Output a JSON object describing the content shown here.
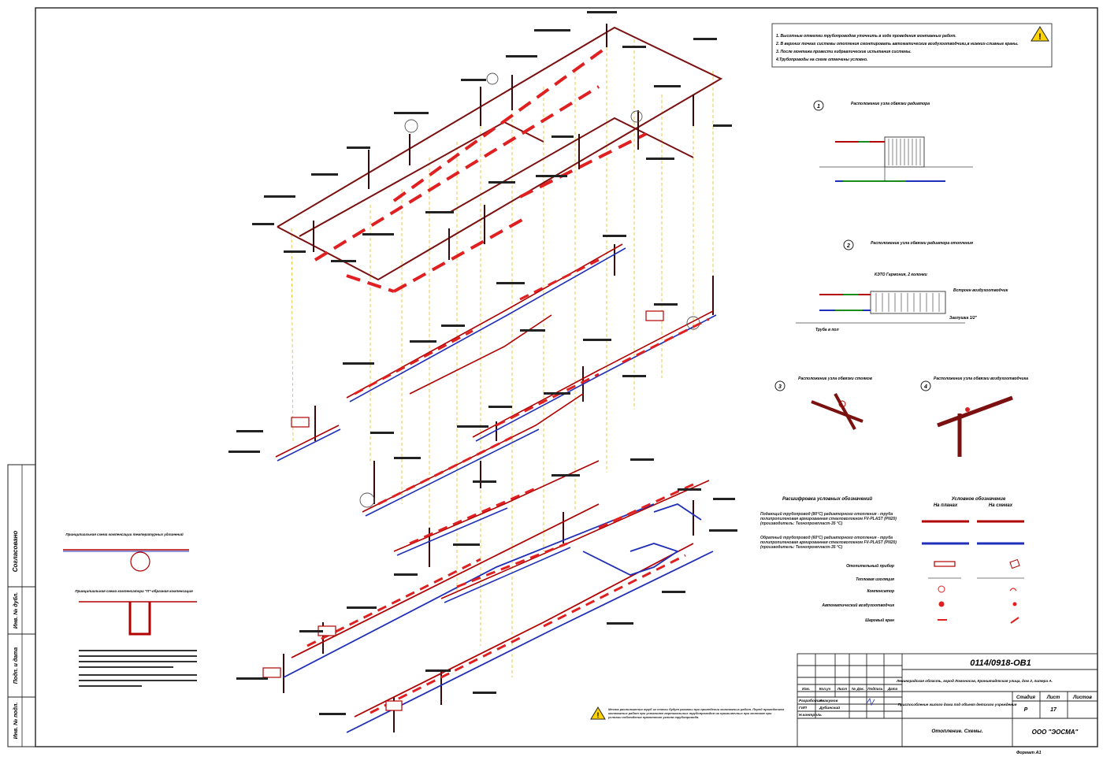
{
  "notes": [
    "1. Высотные отметки трубопроводов уточнить в ходе проведения  монтажных работ.",
    "2. В верхних точках системы отопления смонтировать автоматические воздухоотводчики,в нижних-сливные краны.",
    "3. После монтажа провести гидравлические испытания системы.",
    "4.Трубопроводы на схеме отмечены условно."
  ],
  "details": {
    "d1": {
      "num": "1",
      "title": "Расположение узла обвязки радиатора"
    },
    "d2": {
      "num": "2",
      "title": "Расположение узла обвязки радиатора отопления",
      "labels": [
        "КЭТО Гармония, 2 колонки",
        "Встроен воздухоотводчик",
        "Заглушка 1/2\"",
        "Труба в пол"
      ]
    },
    "d3": {
      "num": "3",
      "title": "Расположение узла обвязки стояков"
    },
    "d4": {
      "num": "4",
      "title": "Расположение узла обвязки воздухоотводчика"
    }
  },
  "legend": {
    "title": "Расшифровка условных обозначений",
    "col_header": "Условное обозначение",
    "col_plan": "На планах",
    "col_scheme": "На схемах",
    "supply": "Подающий трубопровод (80°С) радиаторного отопления - труба полипропиленовая армированная стекловолокном FV-PLAST (PN20) (производитель: Технопромпласт-35 °С)",
    "return": "Обратный трубопровод (60°С) радиаторного отопления - труба полипропиленовая армированная стекловолокном FV-PLAST (PN20) (производитель: Технопромпласт-35 °С)",
    "items": [
      "Отопительный прибор",
      "Тепловая изоляция",
      "Компенсатор",
      "Автоматический воздухоотводчик",
      "Шаровый кран"
    ],
    "supply_color": "#b00000",
    "return_color": "#1f2fb8"
  },
  "left_notes": {
    "n1": "Принципиальная схема компенсации температурных удлинений",
    "n2": "Принципиальная схема компенсатора \"П\"-образная компенсация"
  },
  "warning_bottom": "Места расположения труб из стены будут указаны при проведении монтажных работ. Перед проведением монтажных работ при установке вертикальных трубопроводов на промывочных при монтаже при условии соблюдения проектного уклона трубопровода.",
  "stamp": {
    "code": "0114/0918-ОВ1",
    "address": "Ленинградская область, город Ломоносов, Кронштадтская улица, дом 2, литера А.",
    "object": "Приспособление жилого дома под объект детского учреждения",
    "sheet_title": "Отопление. Схемы.",
    "company": "ООО \"ЭОСМА\"",
    "stage_h": "Стадия",
    "sheet_h": "Лист",
    "sheets_h": "Листов",
    "stage": "Р",
    "sheet": "17",
    "sheets": "",
    "hdr": [
      "Изм.",
      "Кол.уч",
      "Лист",
      "№ Док.",
      "Подпись",
      "Дата"
    ],
    "roles": [
      {
        "role": "Разработал",
        "name": "Авакумов"
      },
      {
        "role": "ГИП",
        "name": "Дубинский"
      },
      {
        "role": "Н.контроль",
        "name": ""
      }
    ],
    "format": "Формат А1"
  },
  "sidebar": [
    "Согласовано",
    "Инв. № дубл.",
    "Подп. и дата",
    "Инв. № подл."
  ]
}
